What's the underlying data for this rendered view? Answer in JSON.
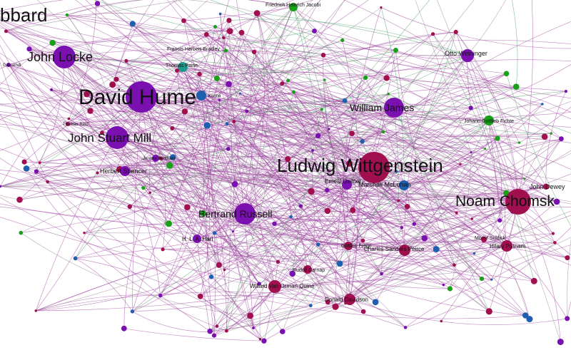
{
  "graph": {
    "colors": {
      "philosophy": "#a0104f",
      "empiricism": "#7a10b0",
      "idealism": "#18a018",
      "blue": "#1e5fb0",
      "teal": "#1e9a8c",
      "edge_purple": "#9a3a9a",
      "edge_green": "#3a9a5a",
      "edge_grey": "#8a7a8a"
    },
    "nodes": [
      {
        "id": "hubbard",
        "label": "bbard",
        "group": "empiricism"
      },
      {
        "id": "locke",
        "label": "John Locke",
        "group": "empiricism"
      },
      {
        "id": "hume",
        "label": "David Hume",
        "group": "empiricism"
      },
      {
        "id": "mill",
        "label": "John Stuart Mill",
        "group": "empiricism"
      },
      {
        "id": "spencer",
        "label": "Herbert Spencer",
        "group": "empiricism"
      },
      {
        "id": "hart",
        "label": "H. L. A. Hart",
        "group": "empiricism"
      },
      {
        "id": "russell",
        "label": "Bertrand Russell",
        "group": "empiricism"
      },
      {
        "id": "james",
        "label": "William James",
        "group": "empiricism"
      },
      {
        "id": "wittgenstein",
        "label": "Ludwig Wittgenstein",
        "group": "philosophy"
      },
      {
        "id": "chomsky",
        "label": "Noam Chomsk",
        "group": "philosophy"
      },
      {
        "id": "dewey",
        "label": "John Dewey",
        "group": "philosophy"
      },
      {
        "id": "gellner",
        "label": "Ernest Gellner",
        "group": "empiricism"
      },
      {
        "id": "mcluhan",
        "label": "Marshall McLuhan",
        "group": "blue"
      },
      {
        "id": "weininger",
        "label": "Otto Weininger",
        "group": "empiricism"
      },
      {
        "id": "fichte",
        "label": "Johann Gottlieb Fichte",
        "group": "idealism"
      },
      {
        "id": "jacobi",
        "label": "Friedrich Heinrich Jacobi",
        "group": "idealism"
      },
      {
        "id": "thomas_paine",
        "label": "Thomas Paine",
        "group": "teal"
      },
      {
        "id": "kenna",
        "label": "Kenna",
        "group": "blue"
      },
      {
        "id": "frege",
        "label": "Gottlob Frege",
        "group": "philosophy"
      },
      {
        "id": "peirce",
        "label": "Charles Sanders Peirce",
        "group": "philosophy"
      },
      {
        "id": "putnam",
        "label": "Hilary Putnam",
        "group": "philosophy"
      },
      {
        "id": "carnap",
        "label": "Rudolf Carnap",
        "group": "philosophy"
      },
      {
        "id": "quine",
        "label": "Willard Van Orman Quine",
        "group": "philosophy"
      },
      {
        "id": "davidson",
        "label": "Donald Davidson",
        "group": "philosophy"
      },
      {
        "id": "schlick",
        "label": "Moritz Schlick",
        "group": "philosophy"
      },
      {
        "id": "bradley",
        "label": "Francis Herbert Bradley",
        "group": "philosophy"
      },
      {
        "id": "gassendi",
        "label": "Gassendi",
        "group": "empiricism"
      },
      {
        "id": "reid",
        "label": "Thomas Reid",
        "group": "philosophy"
      },
      {
        "id": "bentham",
        "label": "Jeremy Bentham",
        "group": "empiricism"
      }
    ]
  }
}
